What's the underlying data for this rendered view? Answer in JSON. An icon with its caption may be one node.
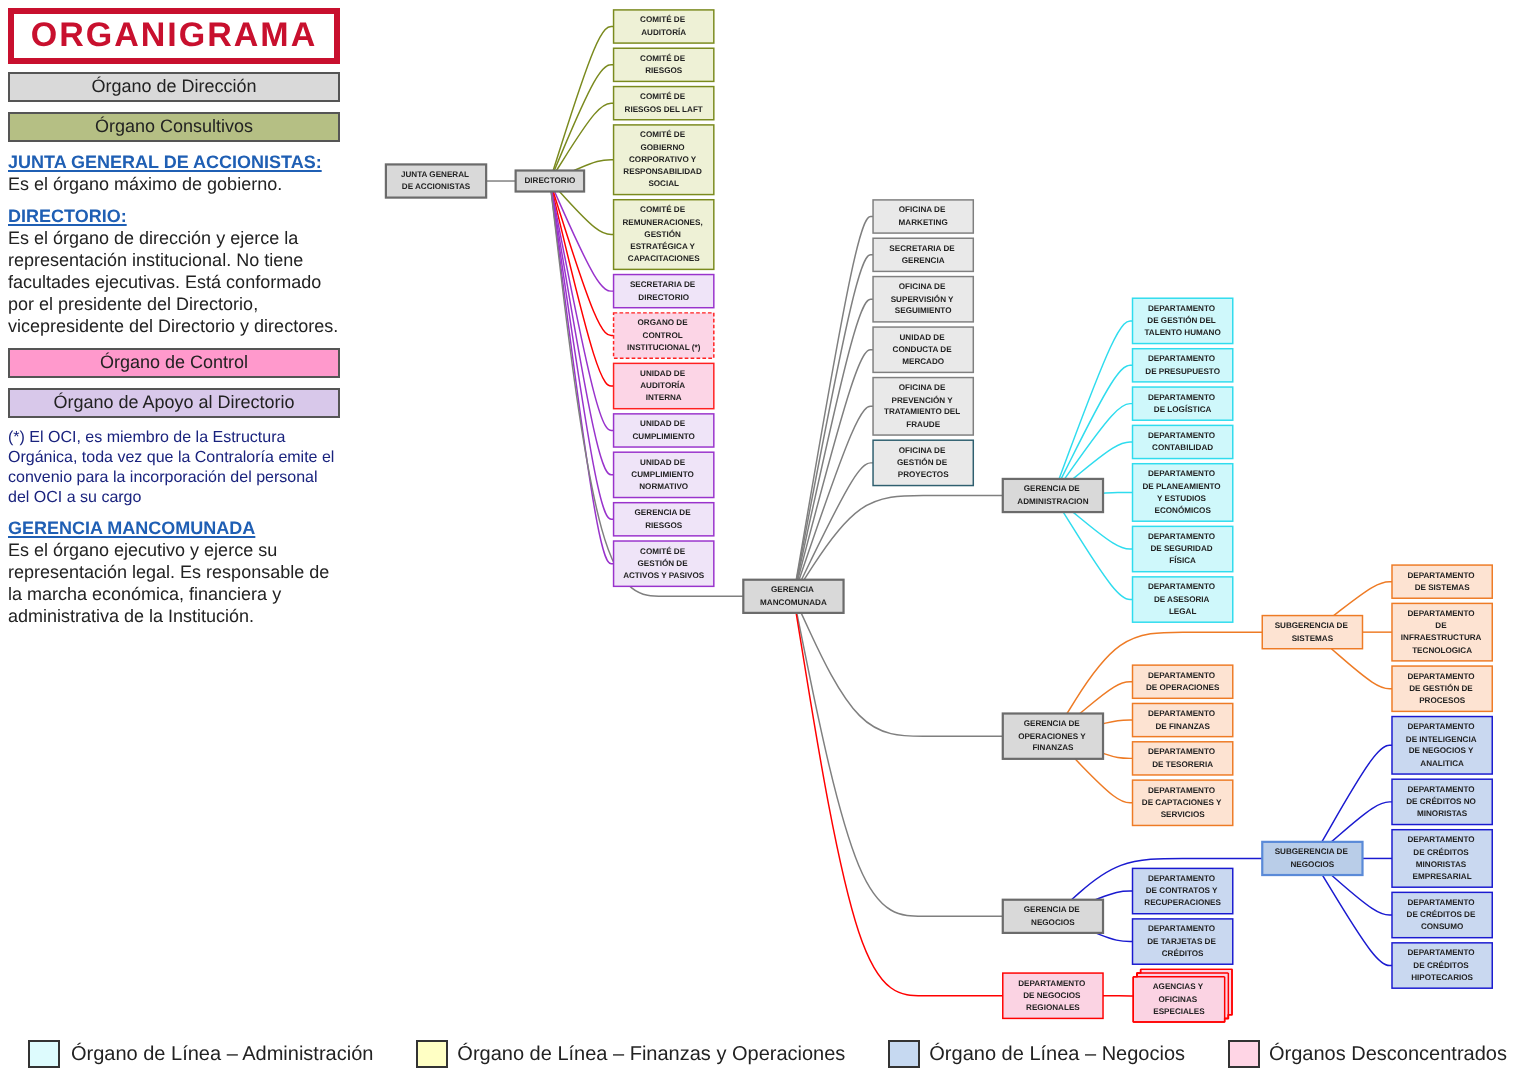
{
  "diagram": {
    "title": "ORGANIGRAMA",
    "nodes": [
      {
        "text": [
          "JUNTA GENERAL DE ACCIONISTAS"
        ]
      },
      {
        "text": [
          "DIRECTORIO"
        ]
      },
      {
        "text": [
          "COMITÉ DE AUDITORÍA"
        ]
      },
      {
        "text": [
          "COMITÉ DE RIESGOS"
        ]
      },
      {
        "text": [
          "COMITÉ DE RIESGOS DEL LAFT"
        ]
      },
      {
        "text": [
          "COMITÉ DE GOBIERNO CORPORATIVO Y RESPONSABILIDAD SOCIAL"
        ]
      },
      {
        "text": [
          "COMITÉ DE REMUNERACIONES, GESTIÓN ESTRATÉGICA Y CAPACITACIONES"
        ]
      },
      {
        "text": [
          "SECRETARIA DE DIRECTORIO"
        ]
      },
      {
        "text": [
          "ORGANO DE CONTROL INSTITUCIONAL (*)"
        ]
      },
      {
        "text": [
          "UNIDAD DE AUDITORÍA INTERNA"
        ]
      },
      {
        "text": [
          "UNIDAD DE CUMPLIMIENTO"
        ]
      },
      {
        "text": [
          "UNIDAD DE CUMPLIMIENTO NORMATIVO"
        ]
      },
      {
        "text": [
          "GERENCIA DE RIESGOS"
        ]
      },
      {
        "text": [
          "COMITÉ DE GESTIÓN DE ACTIVOS Y PASIVOS"
        ]
      },
      {
        "text": [
          "GERENCIA MANCOMUNADA"
        ]
      },
      {
        "text": [
          "OFICINA DE MARKETING"
        ]
      },
      {
        "text": [
          "SECRETARIA DE GERENCIA"
        ]
      },
      {
        "text": [
          "OFICINA DE SUPERVISIÓN Y SEGUIMIENTO"
        ]
      },
      {
        "text": [
          "UNIDAD DE CONDUCTA DE MERCADO"
        ]
      },
      {
        "text": [
          "OFICINA DE PREVENCIÓN Y TRATAMIENTO DEL FRAUDE"
        ]
      },
      {
        "text": [
          "OFICINA DE GESTIÓN DE PROYECTOS"
        ]
      },
      {
        "text": [
          "GERENCIA DE ADMINISTRACION"
        ]
      },
      {
        "text": [
          "DEPARTAMENTO DE GESTIÓN DEL TALENTO HUMANO"
        ]
      },
      {
        "text": [
          "DEPARTAMENTO DE PRESUPUESTO"
        ]
      },
      {
        "text": [
          "DEPARTAMENTO DE LOGÍSTICA"
        ]
      },
      {
        "text": [
          "DEPARTAMENTO CONTABILIDAD"
        ]
      },
      {
        "text": [
          "DEPARTAMENTO DE PLANEAMIENTO Y ESTUDIOS ECONÓMICOS"
        ]
      },
      {
        "text": [
          "DEPARTAMENTO DE SEGURIDAD FÍSICA"
        ]
      },
      {
        "text": [
          "DEPARTAMENTO DE ASESORIA LEGAL"
        ]
      },
      {
        "text": [
          "GERENCIA DE OPERACIONES Y FINANZAS"
        ]
      },
      {
        "text": [
          "SUBGERENCIA DE SISTEMAS"
        ]
      },
      {
        "text": [
          "DEPARTAMENTO DE OPERACIONES"
        ]
      },
      {
        "text": [
          "DEPARTAMENTO DE SISTEMAS"
        ]
      },
      {
        "text": [
          "DEPARTAMENTO DE FINANZAS"
        ]
      },
      {
        "text": [
          "DEPARTAMENTO DE INFRAESTRUCTURA TECNOLOGICA"
        ]
      },
      {
        "text": [
          "DEPARTAMENTO DE TESORERIA"
        ]
      },
      {
        "text": [
          "DEPARTAMENTO DE GESTIÓN DE PROCESOS"
        ]
      },
      {
        "text": [
          "DEPARTAMENTO DE CAPTACIONES Y SERVICIOS"
        ]
      },
      {
        "text": [
          "GERENCIA DE NEGOCIOS"
        ]
      },
      {
        "text": [
          "DEPARTAMENTO DE NEGOCIOS REGIONALES"
        ]
      },
      {
        "text": [
          "SUBGERENCIA DE NEGOCIOS"
        ]
      },
      {
        "text": [
          "DEPARTAMENTO DE CONTRATOS Y RECUPERACIONES"
        ]
      },
      {
        "text": [
          "DEPARTAMENTO DE TARJETAS DE CRÉDITOS"
        ]
      },
      {
        "text": [
          "DEPARTAMENTO DE INTELIGENCIA DE NEGOCIOS Y ANALITICA"
        ]
      },
      {
        "text": [
          "DEPARTAMENTO DE CRÉDITOS NO MINORISTAS"
        ]
      },
      {
        "text": [
          "DEPARTAMENTO DE CRÉDITOS MINORISTAS EMPRESARIAL"
        ]
      },
      {
        "text": [
          "DEPARTAMENTO DE CRÉDITOS DE CONSUMO"
        ]
      },
      {
        "text": [
          "DEPARTAMENTO DE CRÉDITOS HIPOTECARIOS"
        ]
      },
      {
        "text": [
          "AGENCIAS Y OFICINAS ESPECIALES"
        ]
      }
    ],
    "edges": [
      {
        "from": 0,
        "to": 1,
        "arrow": "none"
      },
      {
        "from": 1,
        "to": 2,
        "arrow": "none",
        "color": "#7a8a1e"
      },
      {
        "from": 1,
        "to": 3,
        "arrow": "none",
        "color": "#7a8a1e"
      },
      {
        "from": 1,
        "to": 4,
        "arrow": "none",
        "color": "#7a8a1e"
      },
      {
        "from": 1,
        "to": 5,
        "arrow": "none",
        "color": "#7a8a1e"
      },
      {
        "from": 1,
        "to": 6,
        "arrow": "none",
        "color": "#7a8a1e"
      },
      {
        "from": 1,
        "to": 7,
        "arrow": "none",
        "color": "#9933cc"
      },
      {
        "from": 1,
        "to": 8,
        "arrow": "none",
        "color": "#ff0000"
      },
      {
        "from": 1,
        "to": 9,
        "arrow": "none",
        "color": "#ff0000"
      },
      {
        "from": 1,
        "to": 10,
        "arrow": "none",
        "color": "#9933cc"
      },
      {
        "from": 1,
        "to": 11,
        "arrow": "none",
        "color": "#9933cc"
      },
      {
        "from": 1,
        "to": 12,
        "arrow": "none",
        "color": "#9933cc"
      },
      {
        "from": 1,
        "to": 13,
        "arrow": "none",
        "color": "#9933cc"
      },
      {
        "from": 1,
        "to": 14,
        "arrow": "none"
      },
      {
        "from": 14,
        "to": 15,
        "arrow": "none"
      },
      {
        "from": 14,
        "to": 16,
        "arrow": "none"
      },
      {
        "from": 14,
        "to": 17,
        "arrow": "none"
      },
      {
        "from": 14,
        "to": 18,
        "arrow": "none"
      },
      {
        "from": 14,
        "to": 19,
        "arrow": "none"
      },
      {
        "from": 14,
        "to": 20,
        "arrow": "none"
      },
      {
        "from": 14,
        "to": 21,
        "arrow": "none"
      },
      {
        "from": 14,
        "to": 29,
        "arrow": "none"
      },
      {
        "from": 14,
        "to": 38,
        "arrow": "none"
      },
      {
        "from": 14,
        "to": 39,
        "arrow": "none",
        "color": "#ff0000"
      },
      {
        "from": 21,
        "to": 22,
        "arrow": "none",
        "color": "#2fdcee"
      },
      {
        "from": 21,
        "to": 23,
        "arrow": "none",
        "color": "#2fdcee"
      },
      {
        "from": 21,
        "to": 24,
        "arrow": "none",
        "color": "#2fdcee"
      },
      {
        "from": 21,
        "to": 25,
        "arrow": "none",
        "color": "#2fdcee"
      },
      {
        "from": 21,
        "to": 26,
        "arrow": "none",
        "color": "#2fdcee"
      },
      {
        "from": 21,
        "to": 27,
        "arrow": "none",
        "color": "#2fdcee"
      },
      {
        "from": 21,
        "to": 28,
        "arrow": "none",
        "color": "#2fdcee"
      },
      {
        "from": 29,
        "to": 30,
        "arrow": "none",
        "color": "#ee7b25"
      },
      {
        "from": 29,
        "to": 31,
        "arrow": "none",
        "color": "#ee7b25"
      },
      {
        "from": 29,
        "to": 33,
        "arrow": "none",
        "color": "#ee7b25"
      },
      {
        "from": 29,
        "to": 35,
        "arrow": "none",
        "color": "#ee7b25"
      },
      {
        "from": 29,
        "to": 37,
        "arrow": "none",
        "color": "#ee7b25"
      },
      {
        "from": 30,
        "to": 32,
        "arrow": "none",
        "color": "#ee7b25"
      },
      {
        "from": 30,
        "to": 34,
        "arrow": "none",
        "color": "#ee7b25"
      },
      {
        "from": 30,
        "to": 36,
        "arrow": "none",
        "color": "#ee7b25"
      },
      {
        "from": 38,
        "to": 40,
        "arrow": "none",
        "color": "#1a1ad0"
      },
      {
        "from": 38,
        "to": 41,
        "arrow": "none",
        "color": "#1a1ad0"
      },
      {
        "from": 38,
        "to": 42,
        "arrow": "none",
        "color": "#1a1ad0"
      },
      {
        "from": 40,
        "to": 43,
        "arrow": "none",
        "color": "#1a1ad0"
      },
      {
        "from": 40,
        "to": 44,
        "arrow": "none",
        "color": "#1a1ad0"
      },
      {
        "from": 40,
        "to": 45,
        "arrow": "none",
        "color": "#1a1ad0"
      },
      {
        "from": 40,
        "to": 46,
        "arrow": "none",
        "color": "#1a1ad0"
      },
      {
        "from": 40,
        "to": 47,
        "arrow": "none",
        "color": "#1a1ad0"
      },
      {
        "from": 39,
        "to": 48,
        "arrow": "none",
        "color": "#ff0000"
      }
    ],
    "labels": [
      "Órgano de Dirección",
      "Órgano Consultivos",
      "JUNTA GENERAL DE ACCIONISTAS:",
      "Es el órgano máximo de gobierno.",
      "DIRECTORIO:",
      "Es el órgano de dirección y ejerce la representación institucional. No tiene facultades ejecutivas. Está conformado por el presidente del Directorio, vicepresidente del Directorio y directores.",
      "Órgano de Control",
      "Órgano de Apoyo al Directorio",
      "(*) El OCI, es miembro de la Estructura Orgánica, toda vez que la Contraloría emite el convenio para la incorporación del personal del OCI a su cargo",
      "GERENCIA MANCOMUNADA",
      "Es el órgano ejecutivo y ejerce su representación legal. Es responsable de la marcha económica, financiera y administrativa de la Institución."
    ],
    "legend": [
      {
        "text": "Órgano de Línea – Administración",
        "color": "#ddfbfd"
      },
      {
        "text": "Órgano de Línea – Finanzas y Operaciones",
        "color": "#ffffc4"
      },
      {
        "text": "Órgano de Línea – Negocios",
        "color": "#c6d9f1"
      },
      {
        "text": "Órganos Desconcentrados",
        "color": "#ffd5e5"
      }
    ]
  }
}
